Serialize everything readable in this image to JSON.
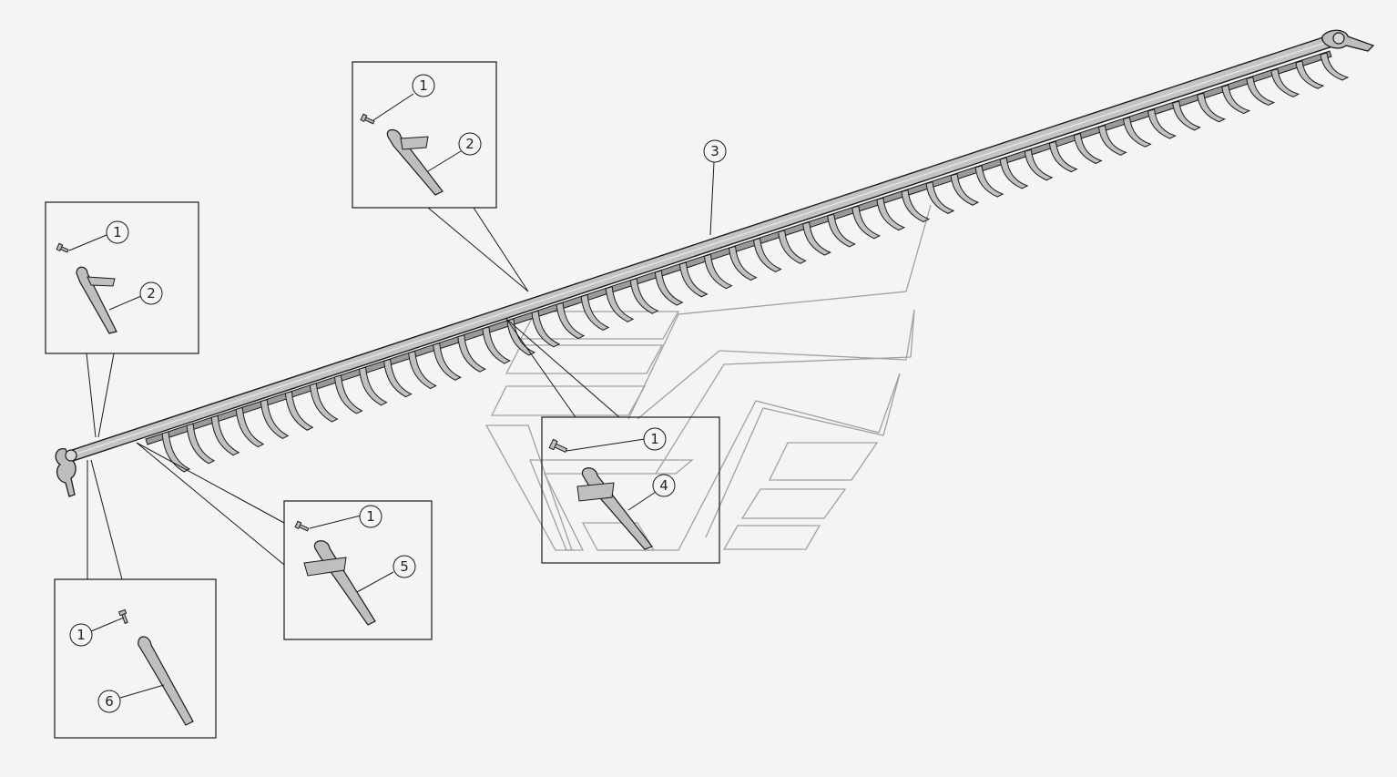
{
  "colors": {
    "background": "#f4f4f4",
    "line": "#1a1a1a",
    "part_fill": "#bfbfbf",
    "ghost_line": "#9a9a9a"
  },
  "callouts": {
    "c1a": "1",
    "c2a": "2",
    "c1b": "1",
    "c2b": "2",
    "c3": "3",
    "c1c": "1",
    "c4": "4",
    "c1d": "1",
    "c5": "5",
    "c1e": "1",
    "c6": "6"
  }
}
